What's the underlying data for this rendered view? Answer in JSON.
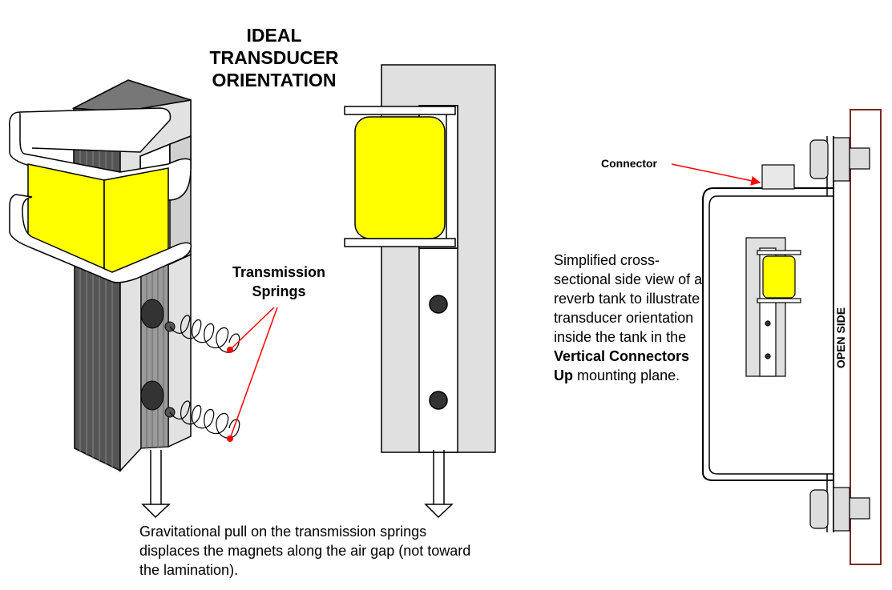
{
  "title": {
    "line1": "IDEAL",
    "line2": "TRANSDUCER",
    "line3": "ORIENTATION"
  },
  "springs_label": {
    "line1": "Transmission",
    "line2": "Springs"
  },
  "caption": "Gravitational pull on the transmission springs displaces the magnets along the air gap (not toward the lamination).",
  "connector_label": "Connector",
  "description": {
    "text": "Simplified cross-sectional side view of a reverb tank to illustrate transducer orientation inside the tank in the",
    "bold": "Vertical Connectors Up",
    "end": "mounting plane."
  },
  "open_side_label": "OPEN SIDE",
  "colors": {
    "coil": "#ffff00",
    "lamination_dark": "#555555",
    "lamination_light": "#e0e0e0",
    "arrow": "#ff0000",
    "panel": "#7a2a20"
  }
}
